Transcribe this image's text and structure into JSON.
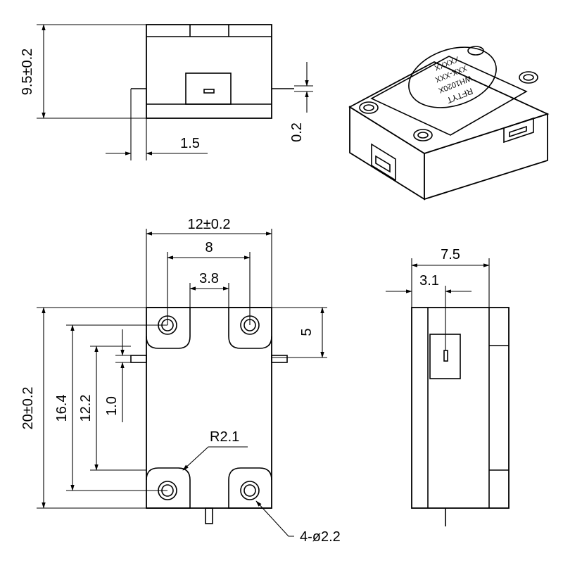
{
  "dimensions": {
    "height_tol": "9.5±0.2",
    "pin_offset": "1.5",
    "pin_thickness": "0.2",
    "width_tol": "12±0.2",
    "hole_spacing": "8",
    "slot_width": "3.8",
    "length_tol": "20±0.2",
    "hole_pitch_long": "16.4",
    "pin_spacing": "12.2",
    "pin_width": "1.0",
    "edge_hole": "5",
    "corner_radius": "R2.1",
    "holes": "4-ø2.2",
    "side_width": "7.5",
    "side_offset": "3.1"
  },
  "label": {
    "brand": "RFTYT",
    "line1": "WH1020X",
    "line2": "XXX-XXX",
    "line3": "XXXXX"
  }
}
